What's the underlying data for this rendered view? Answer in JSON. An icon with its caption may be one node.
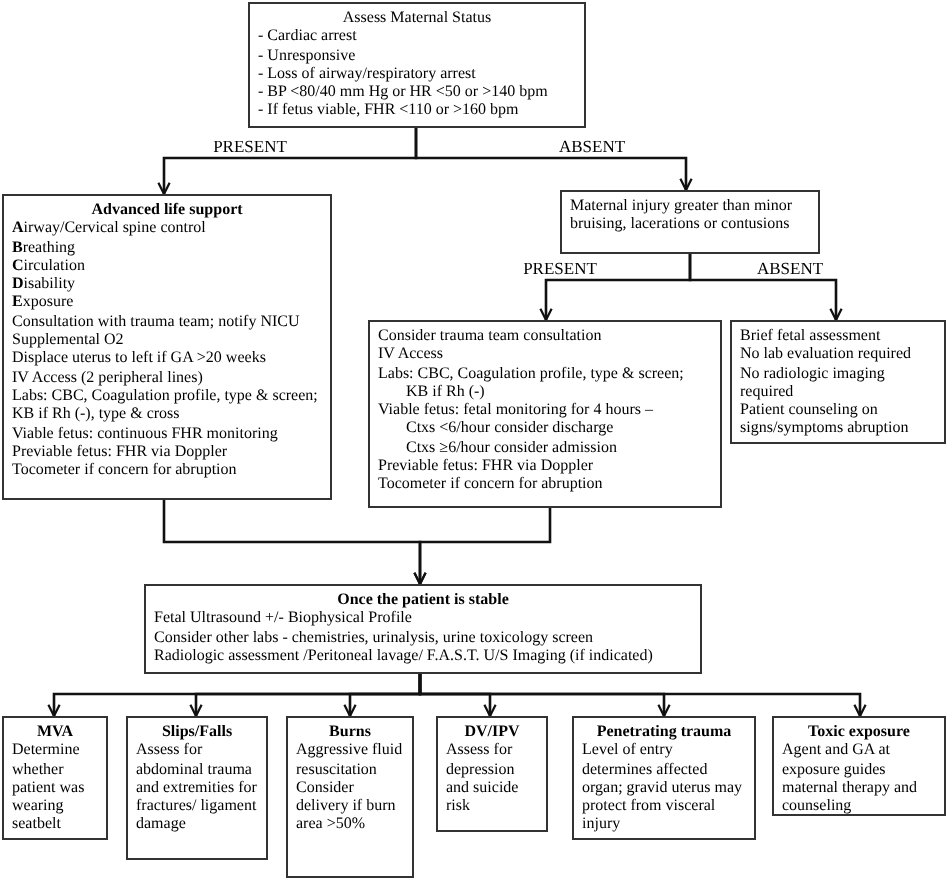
{
  "diagram": {
    "nodes": [
      {
        "text": [
          "Assess Maternal Status",
          "- Cardiac arrest",
          "- Unresponsive",
          "- Loss of airway/respiratory arrest",
          "- BP <80/40 mm Hg or HR <50 or >140 bpm",
          "- If fetus viable, FHR <110 or >160 bpm"
        ]
      },
      {
        "text": [
          "Advanced life support",
          "**A**irway/Cervical spine control",
          "**B**reathing",
          "**C**irculation",
          "**D**isability",
          "**E**xposure",
          "Consultation with trauma team; notify NICU",
          "Supplemental O2",
          "Displace uterus to left if GA >20 weeks",
          "IV Access (2 peripheral lines)",
          "Labs: CBC, Coagulation profile, type & screen; KB if Rh (-), type & cross",
          "Viable fetus: continuous FHR monitoring",
          "Previable fetus: FHR via Doppler",
          "Tocometer if concern for abruption"
        ]
      },
      {
        "text": [
          "Maternal injury greater than minor bruising, lacerations or contusions"
        ]
      },
      {
        "text": [
          "Consider trauma team consultation",
          "IV Access",
          "Labs: CBC, Coagulation profile, type & screen;",
          "KB if Rh (-)",
          "Viable fetus: fetal monitoring for 4 hours –",
          "Ctxs <6/hour consider discharge",
          "Ctxs ≥6/hour consider admission",
          "Previable fetus: FHR via Doppler",
          "Tocometer if concern for abruption"
        ]
      },
      {
        "text": [
          "Brief fetal assessment",
          "No lab evaluation required",
          "No radiologic imaging required",
          "Patient counseling on signs/symptoms abruption"
        ]
      },
      {
        "text": [
          "Once the patient is stable",
          "Fetal Ultrasound +/- Biophysical Profile",
          "Consider other labs - chemistries, urinalysis, urine toxicology screen",
          "Radiologic assessment /Peritoneal lavage/ F.A.S.T. U/S Imaging (if indicated)"
        ]
      },
      {
        "text": [
          "MVA",
          "Determine whether patient was wearing seatbelt"
        ]
      },
      {
        "text": [
          "Slips/Falls",
          "Assess for abdominal trauma and extremities for fractures/ ligament damage"
        ]
      },
      {
        "text": [
          "Burns",
          "Aggressive fluid resuscitation",
          "Consider delivery if burn area >50%"
        ]
      },
      {
        "text": [
          "DV/IPV",
          "Assess for depression and suicide risk"
        ]
      },
      {
        "text": [
          "Penetrating trauma",
          "Level of entry determines affected organ; gravid uterus may protect from visceral injury"
        ]
      },
      {
        "text": [
          "Toxic exposure",
          "Agent and GA at exposure guides maternal therapy and counseling"
        ]
      }
    ],
    "edges": [
      {
        "from": 0,
        "to": 1,
        "arrow": "to",
        "label": "PRESENT"
      },
      {
        "from": 0,
        "to": 2,
        "arrow": "to",
        "label": "ABSENT"
      },
      {
        "from": 2,
        "to": 3,
        "arrow": "to",
        "label": "PRESENT"
      },
      {
        "from": 2,
        "to": 4,
        "arrow": "to",
        "label": "ABSENT"
      },
      {
        "from": 1,
        "to": 5,
        "arrow": "to"
      },
      {
        "from": 3,
        "to": 5,
        "arrow": "to"
      },
      {
        "from": 5,
        "to": 6,
        "arrow": "to"
      },
      {
        "from": 5,
        "to": 7,
        "arrow": "to"
      },
      {
        "from": 5,
        "to": 8,
        "arrow": "to"
      },
      {
        "from": 5,
        "to": 9,
        "arrow": "to"
      },
      {
        "from": 5,
        "to": 10,
        "arrow": "to"
      },
      {
        "from": 5,
        "to": 11,
        "arrow": "to"
      }
    ]
  }
}
